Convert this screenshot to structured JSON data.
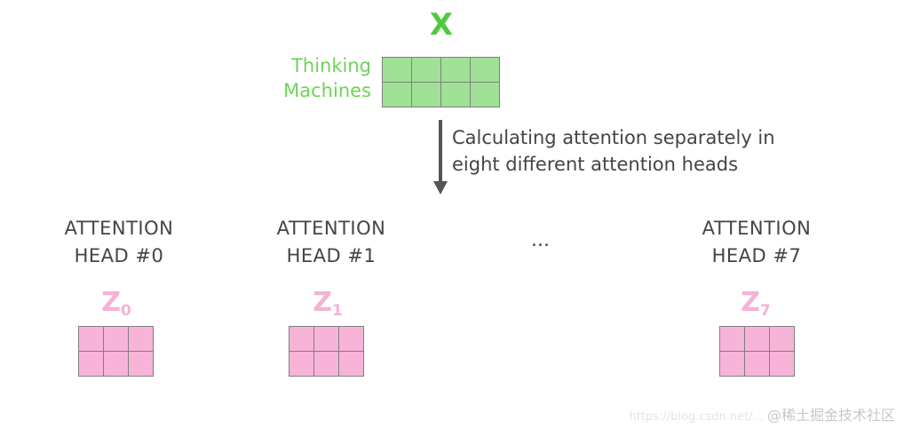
{
  "input": {
    "title": "X",
    "labels": [
      "Thinking",
      "Machines"
    ],
    "rows": 2,
    "cols": 4
  },
  "arrow": {
    "caption_lines": [
      "Calculating attention separately in",
      "eight different attention heads"
    ]
  },
  "heads": [
    {
      "title_line1": "ATTENTION",
      "title_line2": "HEAD #0",
      "z_letter": "Z",
      "z_sub": "0",
      "rows": 2,
      "cols": 3
    },
    {
      "title_line1": "ATTENTION",
      "title_line2": "HEAD #1",
      "z_letter": "Z",
      "z_sub": "1",
      "rows": 2,
      "cols": 3
    },
    {
      "title_line1": "ATTENTION",
      "title_line2": "HEAD #7",
      "z_letter": "Z",
      "z_sub": "7",
      "rows": 2,
      "cols": 3
    }
  ],
  "ellipsis": "...",
  "watermark": {
    "url": "https://blog.csdn.net/...",
    "text": "@稀土掘金技术社区"
  },
  "colors": {
    "input_green": "#9fe295",
    "label_green": "#6dd35a",
    "z_pink": "#f4b3d4",
    "cell_pink": "#f8b4d8",
    "text_gray": "#444444"
  }
}
